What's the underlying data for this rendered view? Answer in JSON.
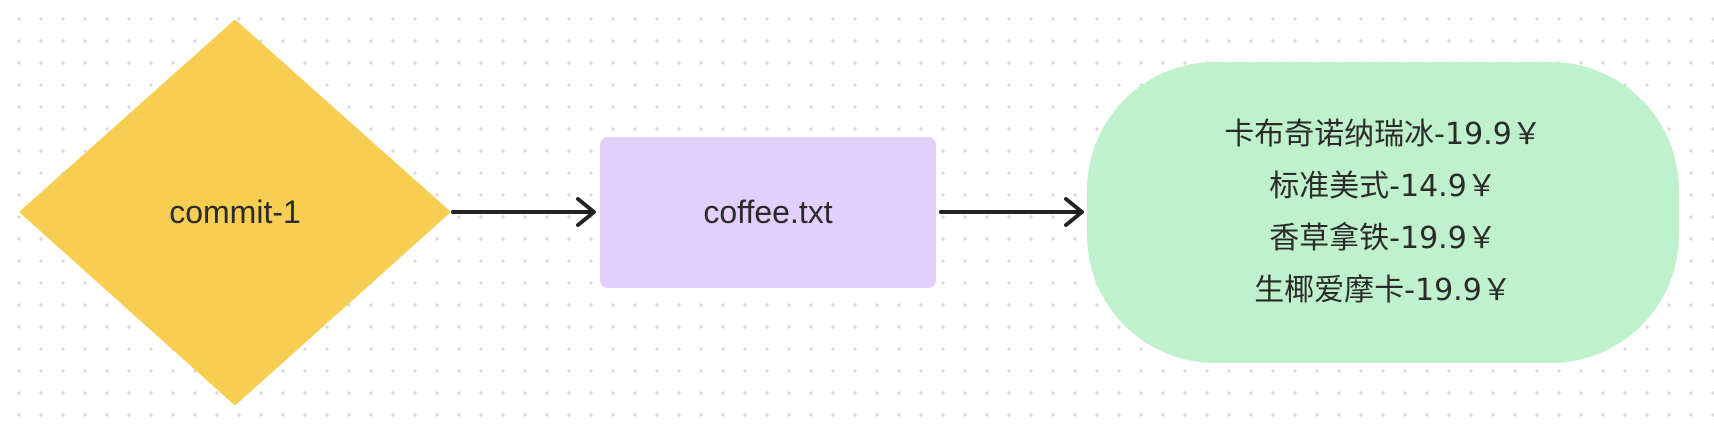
{
  "diagram": {
    "commit_node": {
      "label": "commit-1",
      "shape": "diamond",
      "color": "#f7cd52"
    },
    "file_node": {
      "label": "coffee.txt",
      "shape": "rectangle",
      "color": "#e1cffc"
    },
    "content_node": {
      "shape": "rounded-rectangle",
      "color": "#bff1cc",
      "lines": [
        "卡布奇诺纳瑞冰-19.9￥",
        "标准美式-14.9￥",
        "香草拿铁-19.9￥",
        "生椰爱摩卡-19.9￥"
      ]
    },
    "edges": [
      {
        "from": "commit-1",
        "to": "coffee.txt"
      },
      {
        "from": "coffee.txt",
        "to": "content"
      }
    ],
    "edge_color": "#222222"
  }
}
